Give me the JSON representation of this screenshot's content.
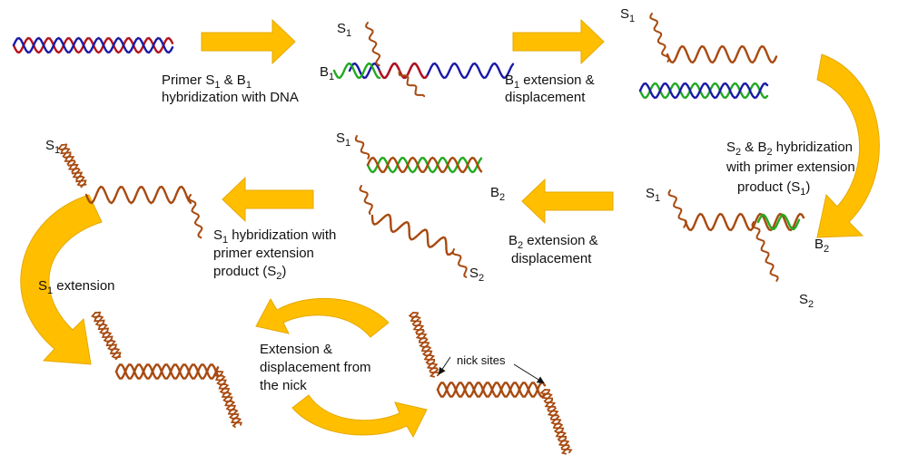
{
  "colors": {
    "strand_red": "#b5121b",
    "strand_blue": "#1a1aa8",
    "strand_green": "#22aa22",
    "strand_brown": "#a84a10",
    "arrow_fill": "#ffbf00",
    "arrow_stroke": "#e6a800"
  },
  "labels": {
    "s1": "S",
    "b1": "B",
    "s2": "S",
    "b2": "B",
    "sub1": "1",
    "sub2": "2"
  },
  "steps": {
    "step1_line1_a": "Primer S",
    "step1_line1_b": " & B",
    "step1_line2": "hybridization with DNA",
    "step2_line1_a": "B",
    "step2_line1_b": " extension &",
    "step2_line2": "displacement",
    "step3_line1_a": "S",
    "step3_line1_b": " & B",
    "step3_line1_c": " hybridization",
    "step3_line2": "with primer extension",
    "step3_line3_a": "product (S",
    "step3_line3_b": ")",
    "step4_line1_a": "B",
    "step4_line1_b": " extension &",
    "step4_line2": "displacement",
    "step5_line1_a": "S",
    "step5_line1_b": " hybridization with",
    "step5_line2": "primer extension",
    "step5_line3_a": "product (S",
    "step5_line3_b": ")",
    "step6_a": "S",
    "step6_b": " extension",
    "step7_line1": "Extension &",
    "step7_line2": "displacement from",
    "step7_line3": "the nick",
    "nick_sites": "nick sites"
  }
}
